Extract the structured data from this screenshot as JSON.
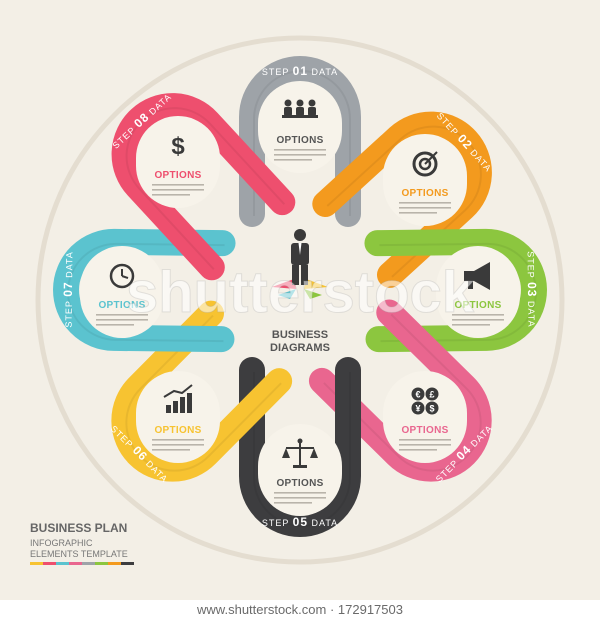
{
  "center": {
    "title_line1": "BUSINESS",
    "title_line2": "DIAGRAMS"
  },
  "corner": {
    "title": "BUSINESS PLAN",
    "sub1": "INFOGRAPHIC",
    "sub2": "ELEMENTS TEMPLATE"
  },
  "watermark": "shutterstock",
  "footer": "www.shutterstock.com · 172917503",
  "steps": [
    {
      "word": "STEP",
      "num": "01",
      "tail": "DATA",
      "option": "OPTIONS",
      "color": "#9ea3a8",
      "icon": "meeting-icon"
    },
    {
      "word": "STEP",
      "num": "02",
      "tail": "DATA",
      "option": "OPTIONS",
      "color": "#f39a1e",
      "icon": "target-icon"
    },
    {
      "word": "STEP",
      "num": "03",
      "tail": "DATA",
      "option": "OPTIONS",
      "color": "#8cc63f",
      "icon": "megaphone-icon"
    },
    {
      "word": "STEP",
      "num": "04",
      "tail": "DATA",
      "option": "OPTIONS",
      "color": "#e9668f",
      "icon": "currency-icon"
    },
    {
      "word": "STEP",
      "num": "05",
      "tail": "DATA",
      "option": "OPTIONS",
      "color": "#3d3d3f",
      "icon": "scales-icon"
    },
    {
      "word": "STEP",
      "num": "06",
      "tail": "DATA",
      "option": "OPTIONS",
      "color": "#f7c331",
      "icon": "growth-chart-icon"
    },
    {
      "word": "STEP",
      "num": "07",
      "tail": "DATA",
      "option": "OPTIONS",
      "color": "#5bc3cf",
      "icon": "clock-icon"
    },
    {
      "word": "STEP",
      "num": "08",
      "tail": "DATA",
      "option": "OPTIONS",
      "color": "#ee4f6e",
      "icon": "dollar-icon"
    }
  ]
}
